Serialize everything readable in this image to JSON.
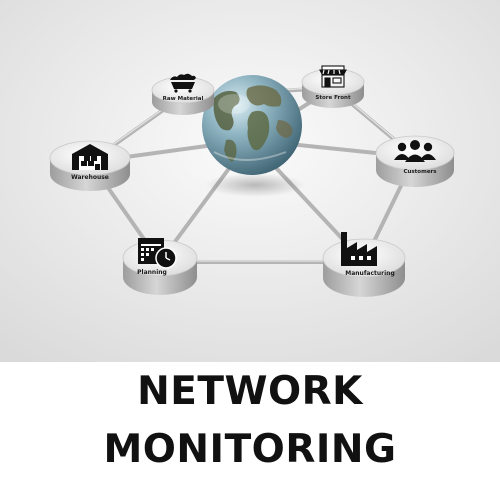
{
  "title": {
    "line1": "NETWORK",
    "line2": "MONITORING"
  },
  "nodes": {
    "raw_material": {
      "label": "Raw Material",
      "icon": "mine-cart-icon"
    },
    "store_front": {
      "label": "Store Front",
      "icon": "storefront-icon"
    },
    "warehouse": {
      "label": "Warehouse",
      "icon": "warehouse-icon"
    },
    "customers": {
      "label": "Customers",
      "icon": "customers-icon"
    },
    "planning": {
      "label": "Planning",
      "icon": "calendar-clock-icon"
    },
    "manufacturing": {
      "label": "Manufacturing",
      "icon": "factory-icon"
    }
  },
  "center": {
    "icon": "globe-icon"
  },
  "colors": {
    "background": "#ffffff",
    "scene_background": "#e9e9e9",
    "node_top": "#f4f4f4",
    "node_side": "#b9b9b9",
    "icon": "#111111",
    "title": "#111111"
  }
}
